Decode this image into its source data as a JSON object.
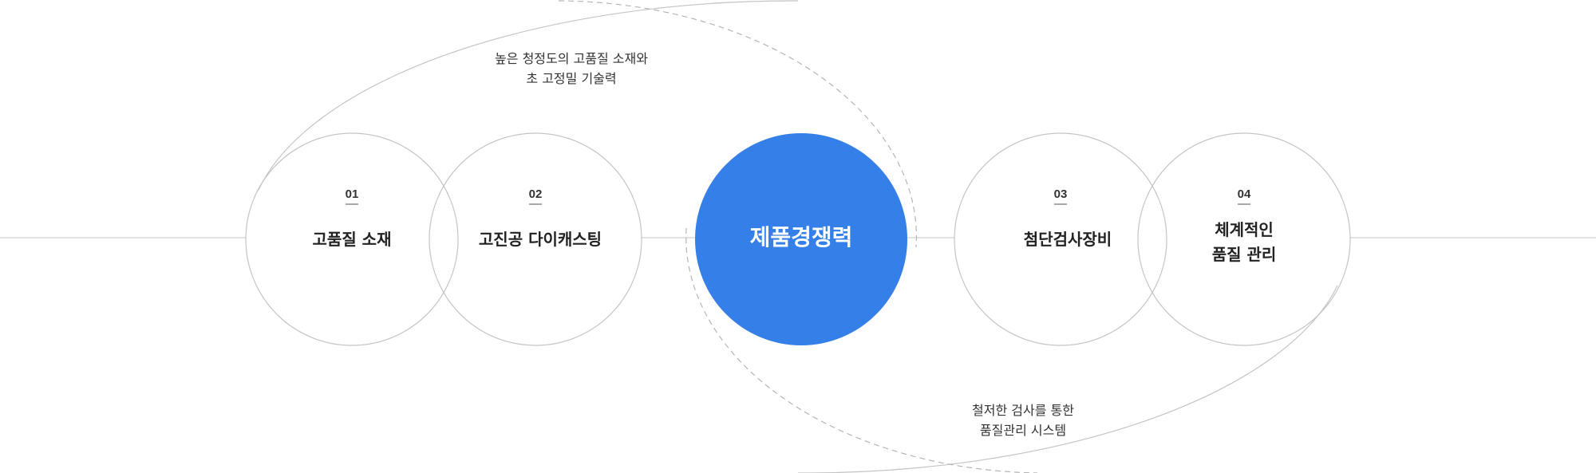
{
  "nodes": [
    {
      "number": "01",
      "lines": [
        "고품질 소재"
      ]
    },
    {
      "number": "02",
      "lines": [
        "고진공 다이캐스팅"
      ]
    },
    {
      "number": "03",
      "lines": [
        "첨단검사장비"
      ]
    },
    {
      "number": "04",
      "lines": [
        "체계적인",
        "품질 관리"
      ]
    }
  ],
  "center": {
    "label": "제품경쟁력"
  },
  "captions": {
    "top": [
      "높은 청정도의 고품질 소재와",
      "초 고정밀 기술력"
    ],
    "bottom": [
      "철저한 검사를 통한",
      "품질관리 시스템"
    ]
  },
  "colors": {
    "accent": "#347fe8",
    "line": "#c4c4c4",
    "dashed": "#b5b5b5"
  }
}
